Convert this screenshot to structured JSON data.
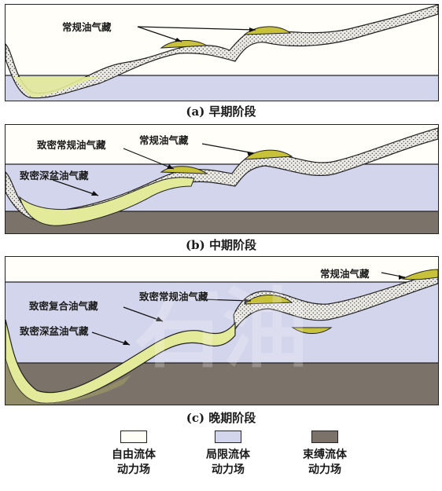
{
  "panels": [
    {
      "id": "a",
      "caption": "(a) 早期阶段",
      "labels": [
        "常规油气藏"
      ]
    },
    {
      "id": "b",
      "caption": "(b) 中期阶段",
      "labels": [
        "致密常规油气藏",
        "常规油气藏",
        "致密深盆油气藏"
      ]
    },
    {
      "id": "c",
      "caption": "(c) 晚期阶段",
      "labels": [
        "致密复合油气藏",
        "致密常规油气藏",
        "常规油气藏",
        "致密深盆油气藏"
      ]
    }
  ],
  "legend": [
    {
      "line1": "自由流体",
      "line2": "动力场",
      "color": "#fffef6"
    },
    {
      "line1": "局限流体",
      "line2": "动力场",
      "color": "#d2d5ec"
    },
    {
      "line1": "束缚流体",
      "line2": "动力场",
      "color": "#7b726a"
    }
  ],
  "watermark": "石油",
  "colors": {
    "conventional": "#c7c23a",
    "tight": "#e3ea9a",
    "layer": "#e9e7e2"
  }
}
